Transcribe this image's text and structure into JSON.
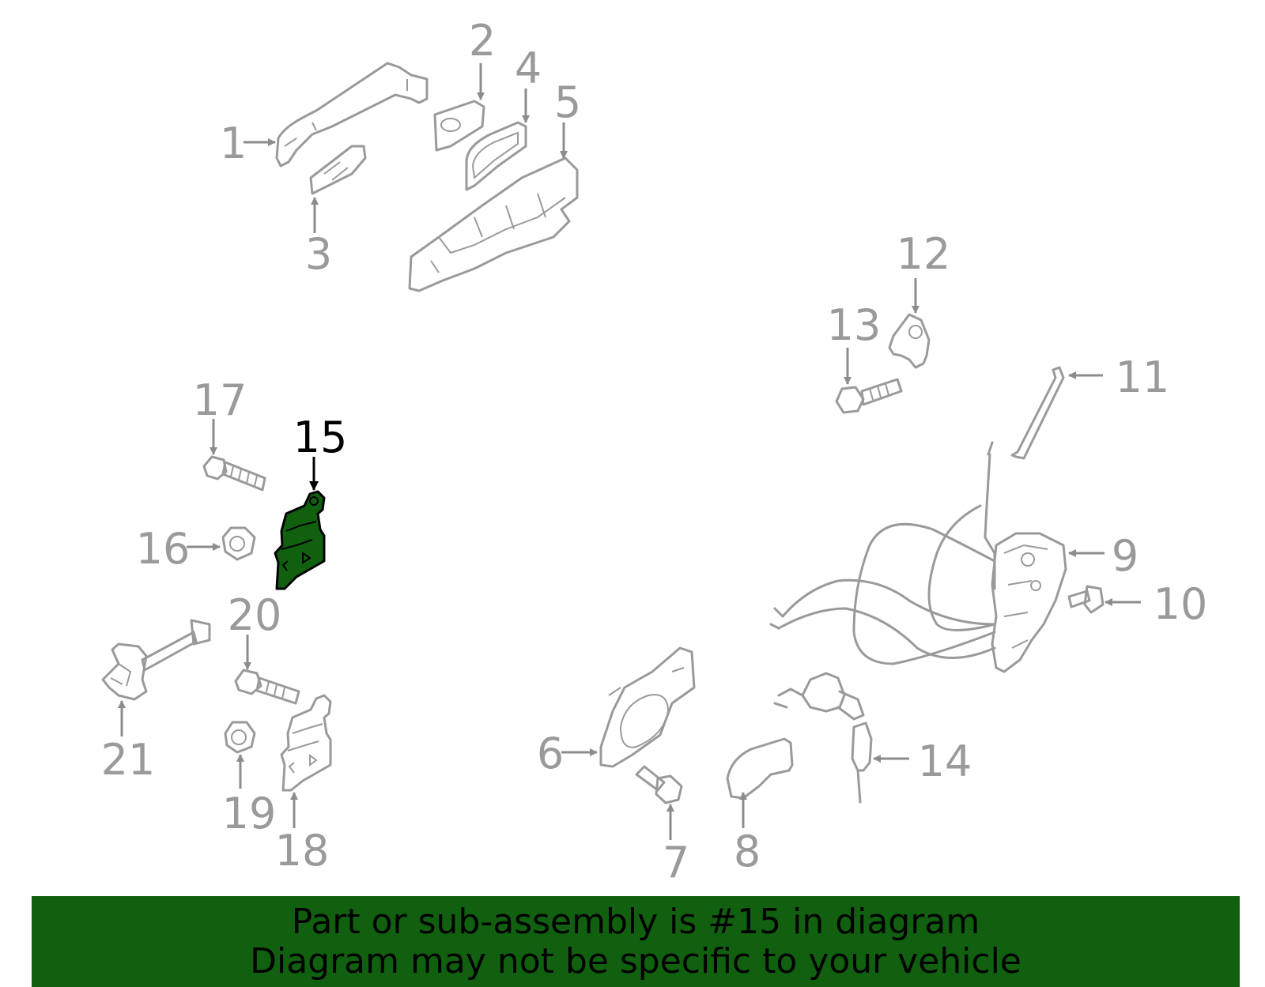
{
  "callouts": {
    "c1": "1",
    "c2": "2",
    "c3": "3",
    "c4": "4",
    "c5": "5",
    "c6": "6",
    "c7": "7",
    "c8": "8",
    "c9": "9",
    "c10": "10",
    "c11": "11",
    "c12": "12",
    "c13": "13",
    "c14": "14",
    "c15": "15",
    "c16": "16",
    "c17": "17",
    "c18": "18",
    "c19": "19",
    "c20": "20",
    "c21": "21"
  },
  "highlighted_part": "15",
  "colors": {
    "highlight_fill": "#106010",
    "banner_bg": "#106010",
    "line_gray": "#9a9a9a"
  },
  "banner": {
    "line1": "Part or sub-assembly is #15 in diagram",
    "line2": "Diagram may not be specific to your vehicle"
  }
}
